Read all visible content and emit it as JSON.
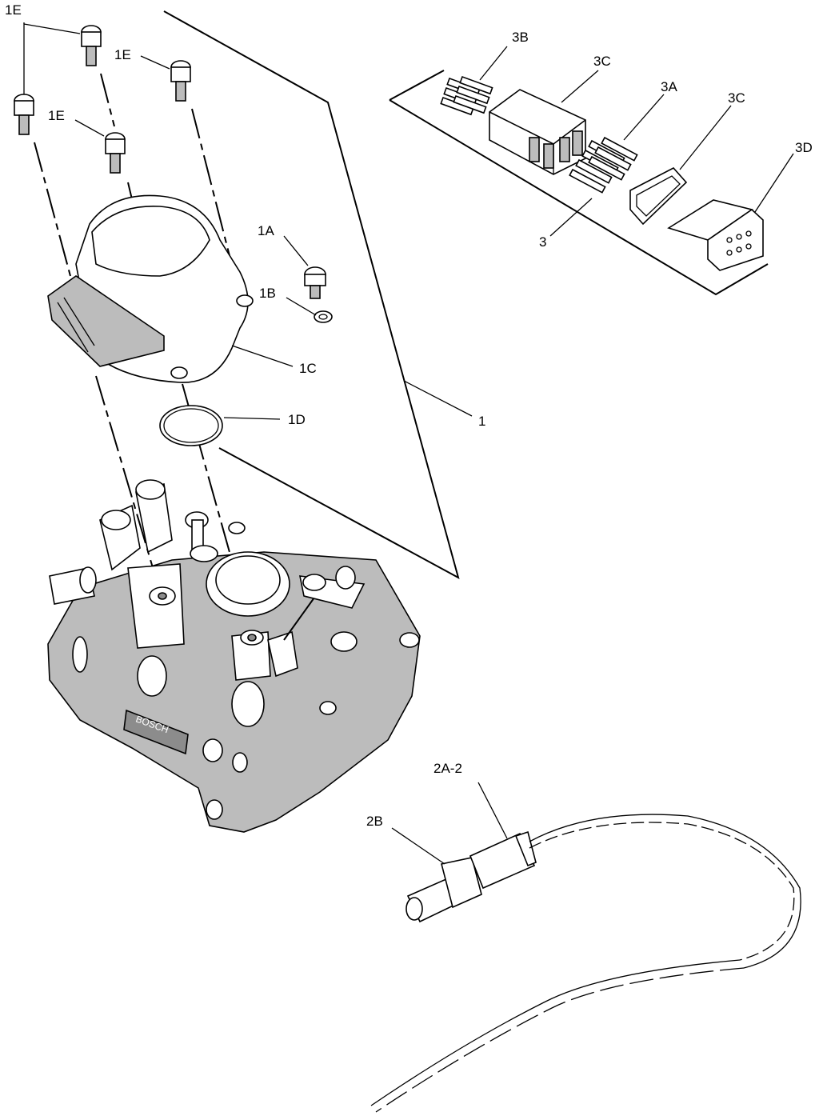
{
  "callouts": {
    "c1E_a": "1E",
    "c1E_b": "1E",
    "c1E_c": "1E",
    "c1A": "1A",
    "c1B": "1B",
    "c1C": "1C",
    "c1D": "1D",
    "c1": "1",
    "c3B": "3B",
    "c3C_a": "3C",
    "c3A": "3A",
    "c3C_b": "3C",
    "c3D": "3D",
    "c3": "3",
    "c2A2": "2A-2",
    "c2B": "2B"
  },
  "pump_plate_text": "BOSCH"
}
